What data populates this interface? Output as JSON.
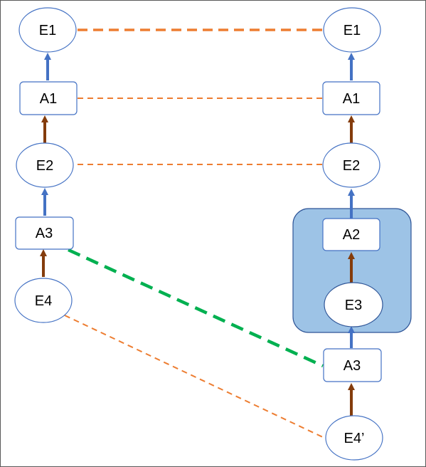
{
  "colors": {
    "node_stroke": "#4472C4",
    "arrow_blue": "#4472C4",
    "arrow_brown": "#843C0C",
    "mapping_orange": "#ED7D31",
    "mapping_green": "#00B050",
    "group_fill": "#9DC3E6",
    "group_stroke": "#2F5597"
  },
  "left_chain": {
    "e1": "E1",
    "a1": "A1",
    "e2": "E2",
    "a3": "A3",
    "e4": "E4"
  },
  "right_chain": {
    "e1": "E1",
    "a1": "A1",
    "e2": "E2",
    "a2": "A2",
    "e3": "E3",
    "a3": "A3",
    "e4": "E4’"
  }
}
